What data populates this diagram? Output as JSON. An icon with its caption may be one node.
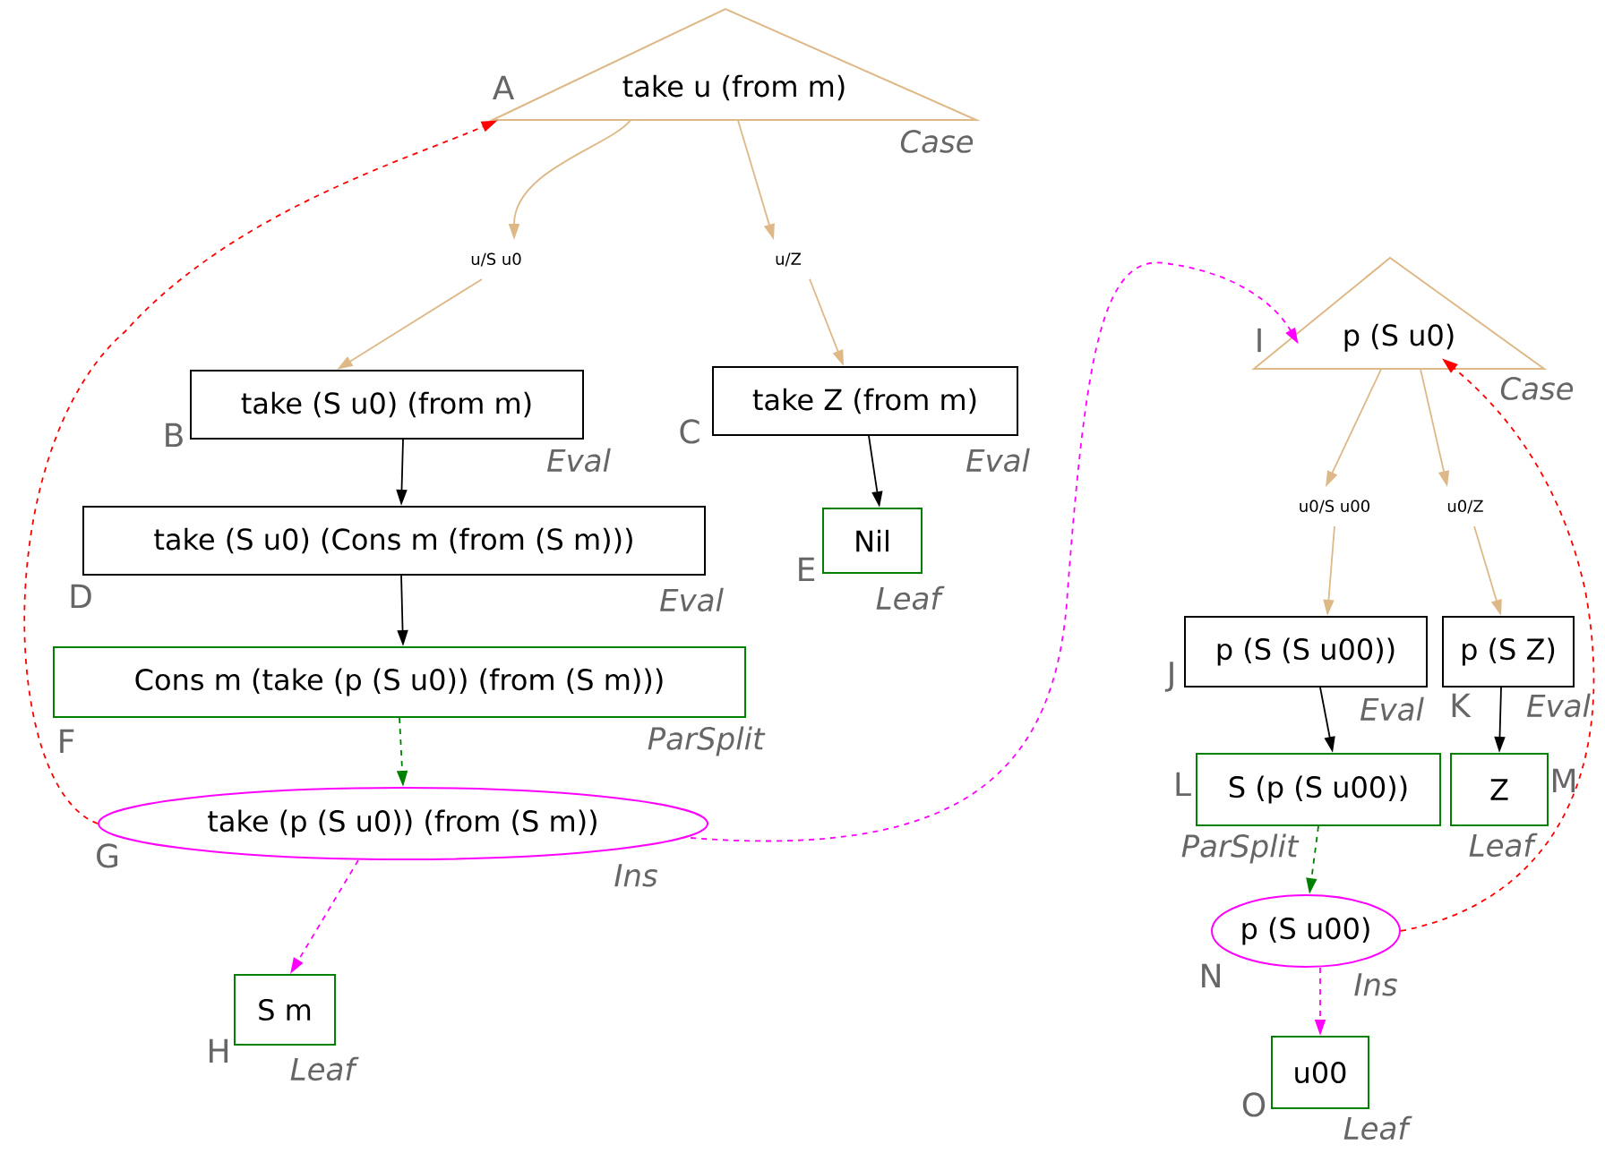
{
  "diagram": {
    "nodes": [
      {
        "text": [
          "take u (from m)"
        ],
        "beside": [
          "A",
          "Case"
        ]
      },
      {
        "text": [
          "u/S u0"
        ]
      },
      {
        "text": [
          "u/Z"
        ]
      },
      {
        "text": [
          "take (S u0) (from m)"
        ],
        "beside": [
          "B",
          "Eval"
        ]
      },
      {
        "text": [
          "take Z (from m)"
        ],
        "beside": [
          "C",
          "Eval"
        ]
      },
      {
        "text": [
          "take (S u0) (Cons m (from (S m)))"
        ],
        "beside": [
          "D",
          "Eval"
        ]
      },
      {
        "text": [
          "Nil"
        ],
        "beside": [
          "E",
          "Leaf"
        ]
      },
      {
        "text": [
          "Cons m (take (p (S u0)) (from (S m)))"
        ],
        "beside": [
          "F",
          "ParSplit"
        ]
      },
      {
        "text": [
          "take (p (S u0)) (from (S m))"
        ],
        "beside": [
          "G",
          "Ins"
        ]
      },
      {
        "text": [
          "S m"
        ],
        "beside": [
          "H",
          "Leaf"
        ]
      },
      {
        "text": [
          "p (S u0)"
        ],
        "beside": [
          "I",
          "Case"
        ]
      },
      {
        "text": [
          "u0/S u00"
        ]
      },
      {
        "text": [
          "u0/Z"
        ]
      },
      {
        "text": [
          "p (S (S u00))"
        ],
        "beside": [
          "J",
          "Eval"
        ]
      },
      {
        "text": [
          "p (S Z)"
        ],
        "beside": [
          "K",
          "Eval"
        ]
      },
      {
        "text": [
          "S (p (S u00))"
        ],
        "beside": [
          "L",
          "ParSplit"
        ]
      },
      {
        "text": [
          "Z"
        ],
        "beside": [
          "M",
          "Leaf"
        ]
      },
      {
        "text": [
          "p (S u00)"
        ],
        "beside": [
          "N",
          "Ins"
        ]
      },
      {
        "text": [
          "u00"
        ],
        "beside": [
          "O",
          "Leaf"
        ]
      }
    ],
    "edges": [
      {
        "from": 0,
        "to": 1,
        "arrow": "to"
      },
      {
        "from": 1,
        "to": 3,
        "arrow": "to"
      },
      {
        "from": 0,
        "to": 2,
        "arrow": "to"
      },
      {
        "from": 2,
        "to": 4,
        "arrow": "to"
      },
      {
        "from": 3,
        "to": 5,
        "arrow": "to",
        "color": "#000000"
      },
      {
        "from": 4,
        "to": 6,
        "arrow": "to",
        "color": "#000000"
      },
      {
        "from": 5,
        "to": 7,
        "arrow": "to",
        "color": "#000000"
      },
      {
        "from": 7,
        "to": 8,
        "arrow": "to",
        "style": "dashed",
        "color": "#008000"
      },
      {
        "from": 8,
        "to": 9,
        "arrow": "to",
        "style": "dashed",
        "color": "#ff00ff"
      },
      {
        "from": 8,
        "to": 0,
        "arrow": "to",
        "style": "dashed",
        "color": "#ff0000"
      },
      {
        "from": 8,
        "to": 10,
        "arrow": "to",
        "style": "dashed",
        "color": "#ff00ff"
      },
      {
        "from": 10,
        "to": 11,
        "arrow": "to"
      },
      {
        "from": 11,
        "to": 13,
        "arrow": "to"
      },
      {
        "from": 10,
        "to": 12,
        "arrow": "to"
      },
      {
        "from": 12,
        "to": 14,
        "arrow": "to"
      },
      {
        "from": 13,
        "to": 15,
        "arrow": "to",
        "color": "#000000"
      },
      {
        "from": 14,
        "to": 16,
        "arrow": "to",
        "color": "#000000"
      },
      {
        "from": 15,
        "to": 17,
        "arrow": "to",
        "style": "dashed",
        "color": "#008000"
      },
      {
        "from": 17,
        "to": 18,
        "arrow": "to",
        "style": "dashed",
        "color": "#ff00ff"
      },
      {
        "from": 17,
        "to": 10,
        "arrow": "to",
        "style": "dashed",
        "color": "#ff0000"
      }
    ]
  }
}
